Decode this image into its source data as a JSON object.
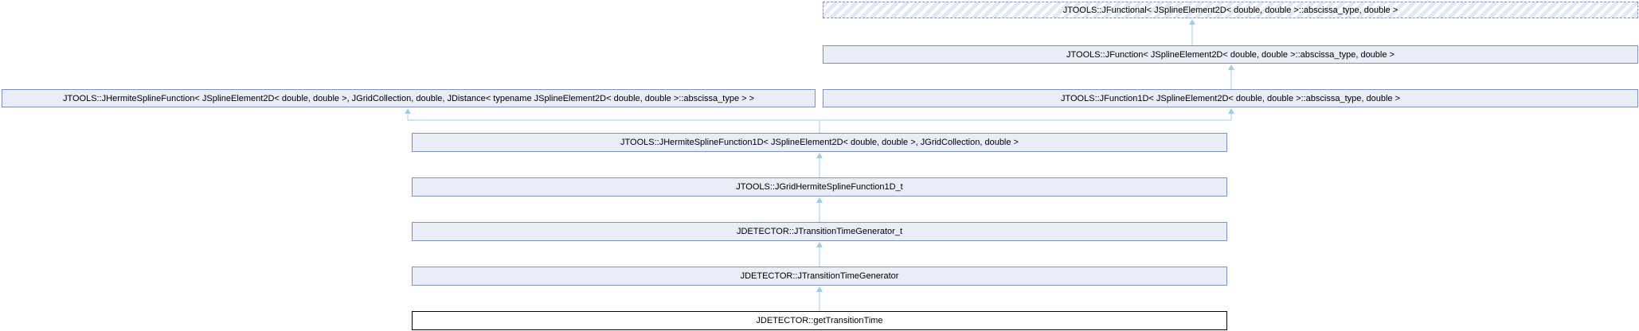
{
  "diagram": {
    "kind": "inheritance-graph",
    "current_node": "JDETECTOR::getTransitionTime",
    "colors": {
      "node_fill": "#E9EDF7",
      "node_border": "#7F91C2",
      "hatch_stripe": "#E3E8F4",
      "current_node_fill": "#FFFFFF",
      "current_node_border": "#000000",
      "edge": "#A5CBE3",
      "text": "#000000",
      "background": "#FFFFFF"
    },
    "nodes": [
      {
        "id": "jfunctional",
        "label": "JTOOLS::JFunctional< JSplineElement2D< double, double >::abscissa_type, double >",
        "style": "dashed-hatched"
      },
      {
        "id": "jfunction",
        "label": "JTOOLS::JFunction< JSplineElement2D< double, double >::abscissa_type, double >",
        "style": "solid"
      },
      {
        "id": "jhermitesplinefunction",
        "label": "JTOOLS::JHermiteSplineFunction< JSplineElement2D< double, double >, JGridCollection, double, JDistance< typename JSplineElement2D< double, double >::abscissa_type > >",
        "style": "solid"
      },
      {
        "id": "jfunction1d",
        "label": "JTOOLS::JFunction1D< JSplineElement2D< double, double >::abscissa_type, double >",
        "style": "solid"
      },
      {
        "id": "jhermitesplinefunction1d",
        "label": "JTOOLS::JHermiteSplineFunction1D< JSplineElement2D< double, double >, JGridCollection, double >",
        "style": "solid"
      },
      {
        "id": "jgridhermitesplinefunction1d_t",
        "label": "JTOOLS::JGridHermiteSplineFunction1D_t",
        "style": "solid"
      },
      {
        "id": "jtransitiontimegenerator_t",
        "label": "JDETECTOR::JTransitionTimeGenerator_t",
        "style": "solid"
      },
      {
        "id": "jtransitiontimegenerator",
        "label": "JDETECTOR::JTransitionTimeGenerator",
        "style": "solid"
      },
      {
        "id": "gettransitiontime",
        "label": "JDETECTOR::getTransitionTime",
        "style": "current"
      }
    ],
    "edges": [
      {
        "from": "jfunction",
        "to": "jfunctional"
      },
      {
        "from": "jfunction1d",
        "to": "jfunction"
      },
      {
        "from": "jhermitesplinefunction1d",
        "to": "jhermitesplinefunction"
      },
      {
        "from": "jhermitesplinefunction1d",
        "to": "jfunction1d"
      },
      {
        "from": "jgridhermitesplinefunction1d_t",
        "to": "jhermitesplinefunction1d"
      },
      {
        "from": "jtransitiontimegenerator_t",
        "to": "jgridhermitesplinefunction1d_t"
      },
      {
        "from": "jtransitiontimegenerator",
        "to": "jtransitiontimegenerator_t"
      },
      {
        "from": "gettransitiontime",
        "to": "jtransitiontimegenerator"
      }
    ]
  }
}
